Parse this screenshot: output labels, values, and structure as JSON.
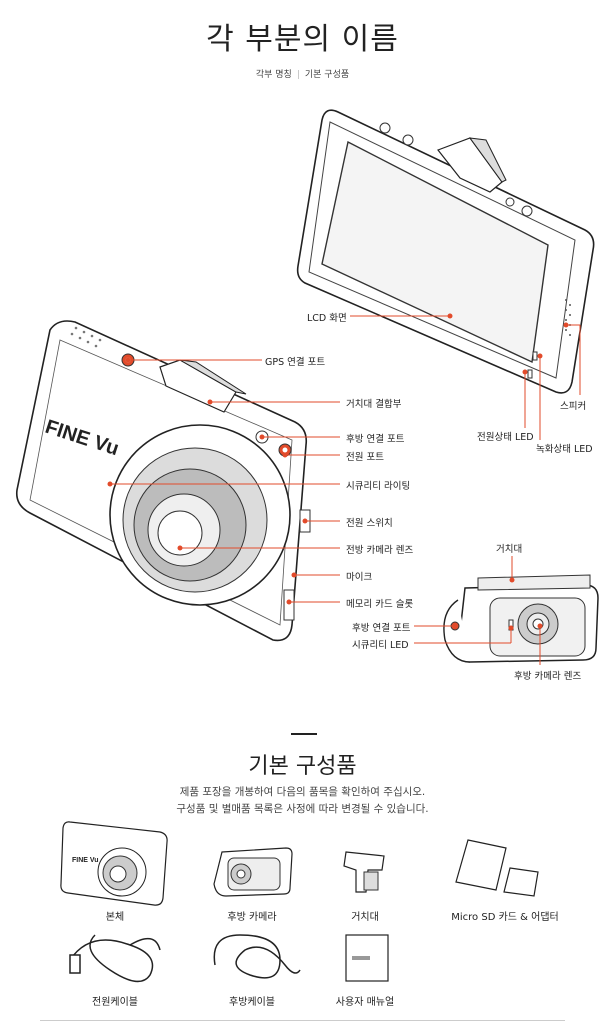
{
  "header": {
    "title": "각 부분의 이름",
    "nav": [
      "각부 명칭",
      "기본 구성품"
    ]
  },
  "parts": {
    "lcd": "LCD 화면",
    "speaker": "스피커",
    "power_led": "전원상태 LED",
    "rec_led": "녹화상태 LED",
    "gps_port": "GPS 연결 포트",
    "mount": "거치대 결합부",
    "rear_port": "후방 연결 포트",
    "power_port": "전원 포트",
    "security_light": "시큐리티 라이팅",
    "power_switch": "전원 스위치",
    "front_lens": "전방 카메라 렌즈",
    "mic": "마이크",
    "memory_slot": "메모리 카드 슬롯"
  },
  "rear": {
    "bracket": "거치대",
    "rear_port": "후방 연결 포트",
    "security_led": "시큐리티 LED",
    "rear_lens": "후방 카메라 렌즈"
  },
  "brand_mark": "FINE Vu",
  "components": {
    "title": "기본 구성품",
    "desc1": "제품 포장을 개봉하여 다음의 품목을 확인하여 주십시오.",
    "desc2": "구성품 및 별매품 목록은 사정에 따라 변경될 수 있습니다.",
    "items": [
      "본체",
      "후방 카메라",
      "거치대",
      "Micro SD 카드 & 어댑터",
      "전원케이블",
      "후방케이블",
      "사용자 매뉴얼"
    ]
  },
  "colors": {
    "accent": "#e24b2b",
    "text": "#222222"
  }
}
